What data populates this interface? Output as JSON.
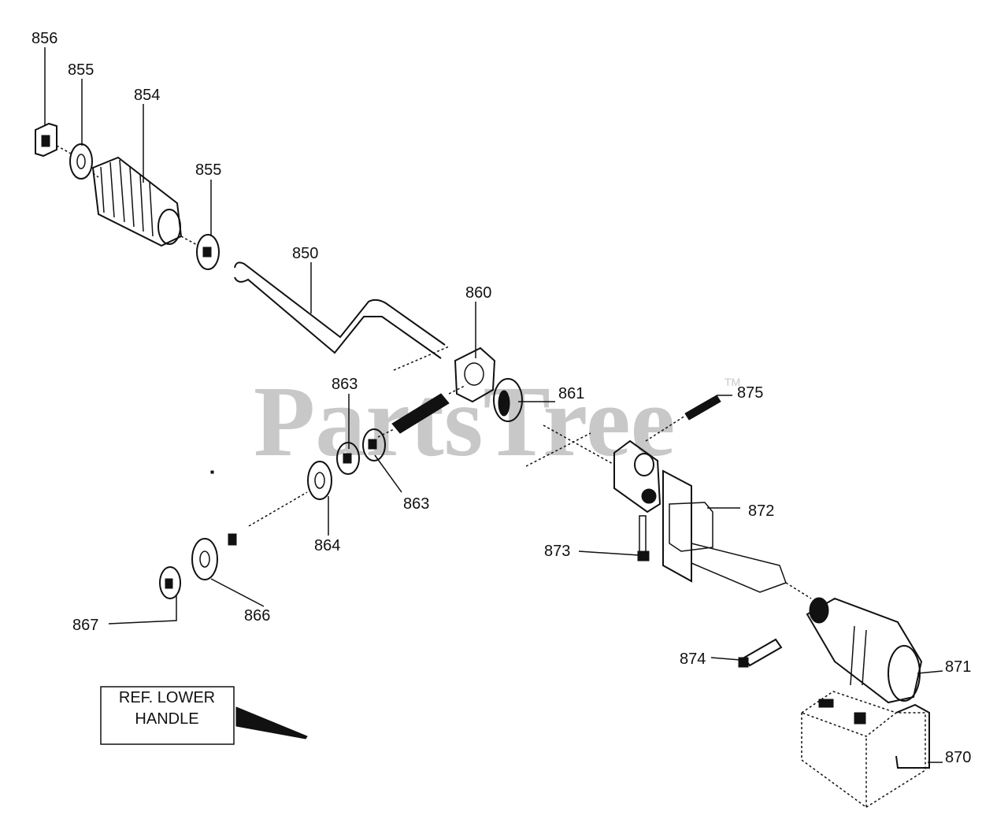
{
  "watermark": {
    "text": "PartsTree",
    "trademark": "TM"
  },
  "callouts": [
    {
      "id": "c856a",
      "label": "856"
    },
    {
      "id": "c855a",
      "label": "855"
    },
    {
      "id": "c854",
      "label": "854"
    },
    {
      "id": "c855b",
      "label": "855"
    },
    {
      "id": "c850",
      "label": "850"
    },
    {
      "id": "c860",
      "label": "860"
    },
    {
      "id": "c861",
      "label": "861"
    },
    {
      "id": "c863a",
      "label": "863"
    },
    {
      "id": "c863b",
      "label": "863"
    },
    {
      "id": "c875",
      "label": "875"
    },
    {
      "id": "c872",
      "label": "872"
    },
    {
      "id": "c873",
      "label": "873"
    },
    {
      "id": "c864",
      "label": "864"
    },
    {
      "id": "c866",
      "label": "866"
    },
    {
      "id": "c867",
      "label": "867"
    },
    {
      "id": "c874",
      "label": "874"
    },
    {
      "id": "c871",
      "label": "871"
    },
    {
      "id": "c870",
      "label": "870"
    }
  ],
  "reference_box": {
    "line1": "REF. LOWER",
    "line2": "HANDLE"
  }
}
